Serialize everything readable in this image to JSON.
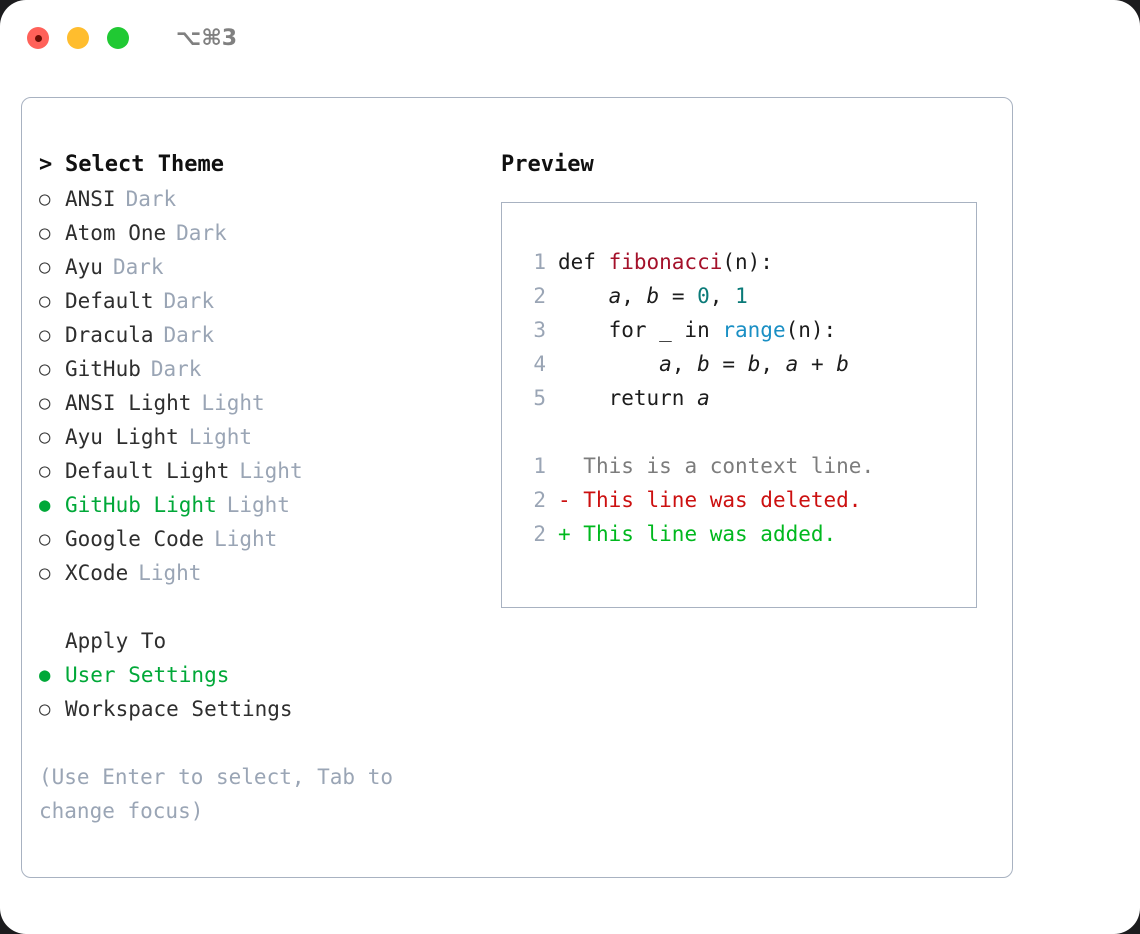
{
  "titlebar": {
    "shortcut": "⌥⌘3",
    "buttons": [
      "close",
      "minimize",
      "maximize"
    ]
  },
  "theme_picker": {
    "header": "Select Theme",
    "caret": ">",
    "bullet_empty": "○",
    "bullet_filled": "●",
    "items": [
      {
        "label": "ANSI",
        "kind": "Dark",
        "selected": false
      },
      {
        "label": "Atom One",
        "kind": "Dark",
        "selected": false
      },
      {
        "label": "Ayu",
        "kind": "Dark",
        "selected": false
      },
      {
        "label": "Default",
        "kind": "Dark",
        "selected": false
      },
      {
        "label": "Dracula",
        "kind": "Dark",
        "selected": false
      },
      {
        "label": "GitHub",
        "kind": "Dark",
        "selected": false
      },
      {
        "label": "ANSI Light",
        "kind": "Light",
        "selected": false
      },
      {
        "label": "Ayu Light",
        "kind": "Light",
        "selected": false
      },
      {
        "label": "Default Light",
        "kind": "Light",
        "selected": false
      },
      {
        "label": "GitHub Light",
        "kind": "Light",
        "selected": true
      },
      {
        "label": "Google Code",
        "kind": "Light",
        "selected": false
      },
      {
        "label": "XCode",
        "kind": "Light",
        "selected": false
      }
    ]
  },
  "apply_to": {
    "header": "Apply To",
    "items": [
      {
        "label": "User Settings",
        "selected": true
      },
      {
        "label": "Workspace Settings",
        "selected": false
      }
    ]
  },
  "hint": "(Use Enter to select, Tab to change focus)",
  "preview": {
    "title": "Preview",
    "code_lines": [
      {
        "no": "1",
        "tokens": [
          {
            "t": "def ",
            "c": "plain"
          },
          {
            "t": "fibonacci",
            "c": "fn"
          },
          {
            "t": "(n):",
            "c": "plain"
          }
        ]
      },
      {
        "no": "2",
        "tokens": [
          {
            "t": "    ",
            "c": "plain"
          },
          {
            "t": "a",
            "c": "var"
          },
          {
            "t": ", ",
            "c": "plain"
          },
          {
            "t": "b",
            "c": "var"
          },
          {
            "t": " = ",
            "c": "plain"
          },
          {
            "t": "0",
            "c": "num"
          },
          {
            "t": ", ",
            "c": "plain"
          },
          {
            "t": "1",
            "c": "num"
          }
        ]
      },
      {
        "no": "3",
        "tokens": [
          {
            "t": "    for _ in ",
            "c": "plain"
          },
          {
            "t": "range",
            "c": "call"
          },
          {
            "t": "(n):",
            "c": "plain"
          }
        ]
      },
      {
        "no": "4",
        "tokens": [
          {
            "t": "        ",
            "c": "plain"
          },
          {
            "t": "a",
            "c": "var"
          },
          {
            "t": ", ",
            "c": "plain"
          },
          {
            "t": "b",
            "c": "var"
          },
          {
            "t": " = ",
            "c": "plain"
          },
          {
            "t": "b",
            "c": "var"
          },
          {
            "t": ", ",
            "c": "plain"
          },
          {
            "t": "a",
            "c": "var"
          },
          {
            "t": " + ",
            "c": "plain"
          },
          {
            "t": "b",
            "c": "var"
          }
        ]
      },
      {
        "no": "5",
        "tokens": [
          {
            "t": "    return ",
            "c": "plain"
          },
          {
            "t": "a",
            "c": "var"
          }
        ]
      }
    ],
    "diff_lines": [
      {
        "no": "1",
        "marker": "  ",
        "text": "This is a context line.",
        "kind": "context"
      },
      {
        "no": "2",
        "marker": "- ",
        "text": "This line was deleted.",
        "kind": "del"
      },
      {
        "no": "2",
        "marker": "+ ",
        "text": "This line was added.",
        "kind": "add"
      }
    ]
  },
  "colors": {
    "accent_green": "#00a838",
    "muted": "#9aa5b5",
    "border": "#a8b2c1",
    "diff_add": "#00b81e",
    "diff_del": "#cc1010",
    "fn": "#a4112a",
    "num": "#0a7a78",
    "call": "#1a8fc4"
  }
}
